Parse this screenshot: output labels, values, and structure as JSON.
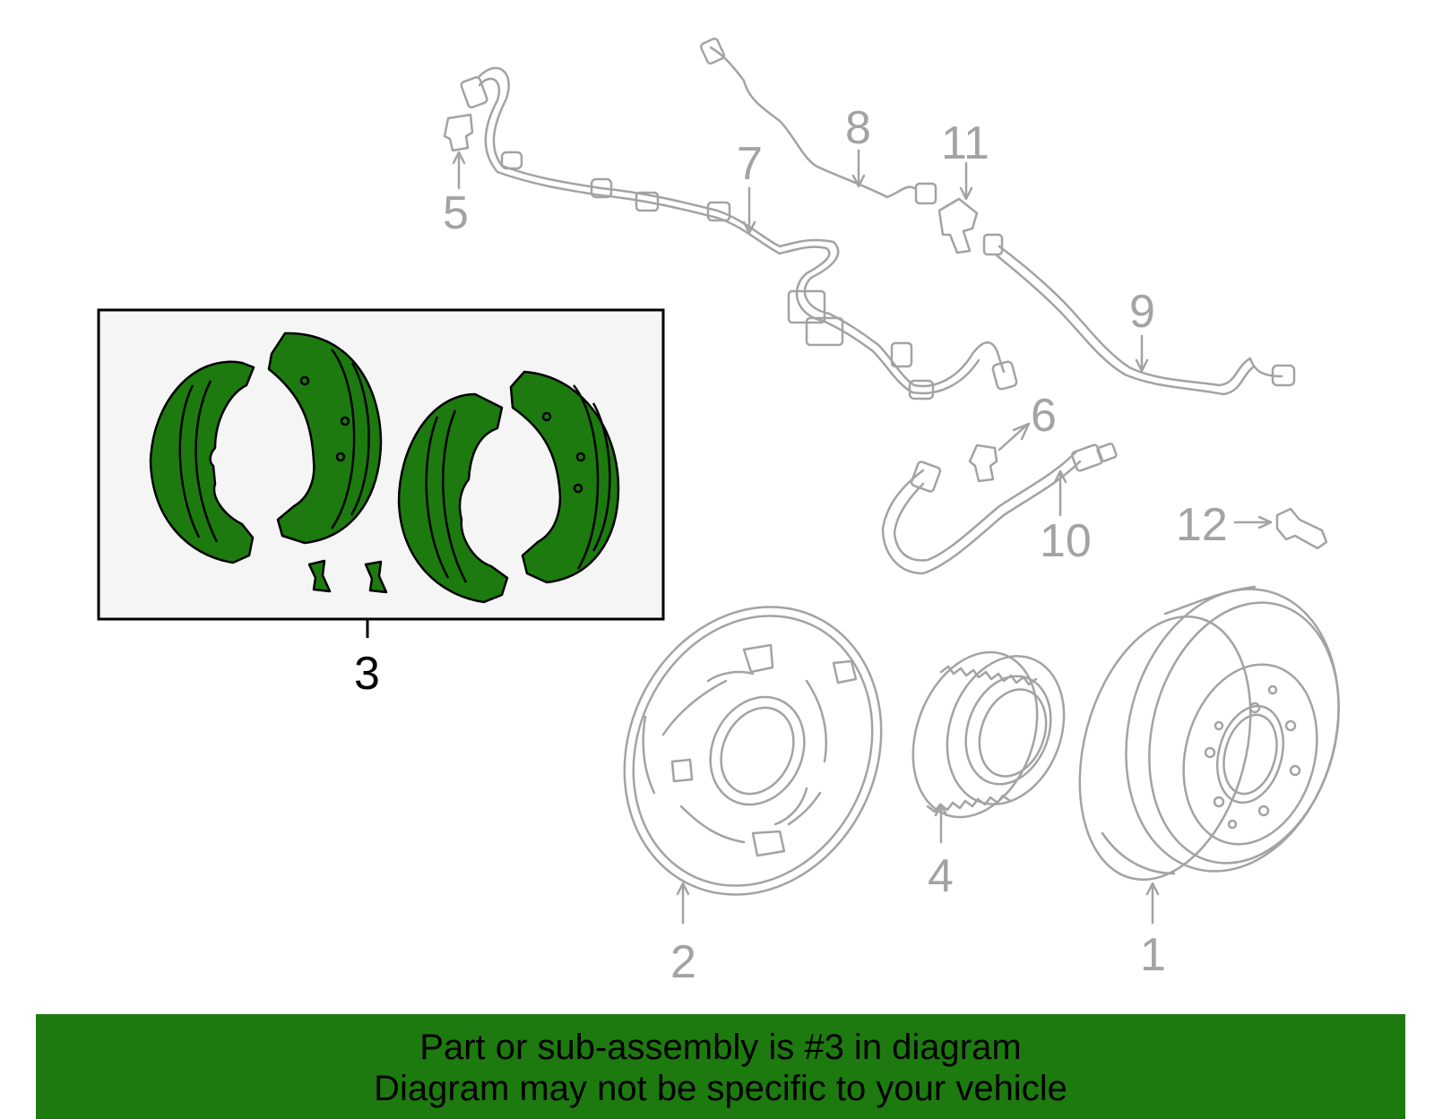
{
  "diagram": {
    "callouts": [
      {
        "id": "1",
        "label": "1",
        "highlighted": false
      },
      {
        "id": "2",
        "label": "2",
        "highlighted": false
      },
      {
        "id": "3",
        "label": "3",
        "highlighted": true
      },
      {
        "id": "4",
        "label": "4",
        "highlighted": false
      },
      {
        "id": "5",
        "label": "5",
        "highlighted": false
      },
      {
        "id": "6",
        "label": "6",
        "highlighted": false
      },
      {
        "id": "7",
        "label": "7",
        "highlighted": false
      },
      {
        "id": "8",
        "label": "8",
        "highlighted": false
      },
      {
        "id": "9",
        "label": "9",
        "highlighted": false
      },
      {
        "id": "10",
        "label": "10",
        "highlighted": false
      },
      {
        "id": "11",
        "label": "11",
        "highlighted": false
      },
      {
        "id": "12",
        "label": "12",
        "highlighted": false
      }
    ],
    "colors": {
      "highlight_fill": "#1d7a0f",
      "part_outline": "#a3a3a3",
      "highlight_outline": "#000000",
      "inset_background": "#f5f5f5"
    }
  },
  "banner": {
    "line1": "Part or sub-assembly is #3 in diagram",
    "line2": "Diagram may not be specific to your vehicle",
    "background": "#1d7a0f"
  }
}
